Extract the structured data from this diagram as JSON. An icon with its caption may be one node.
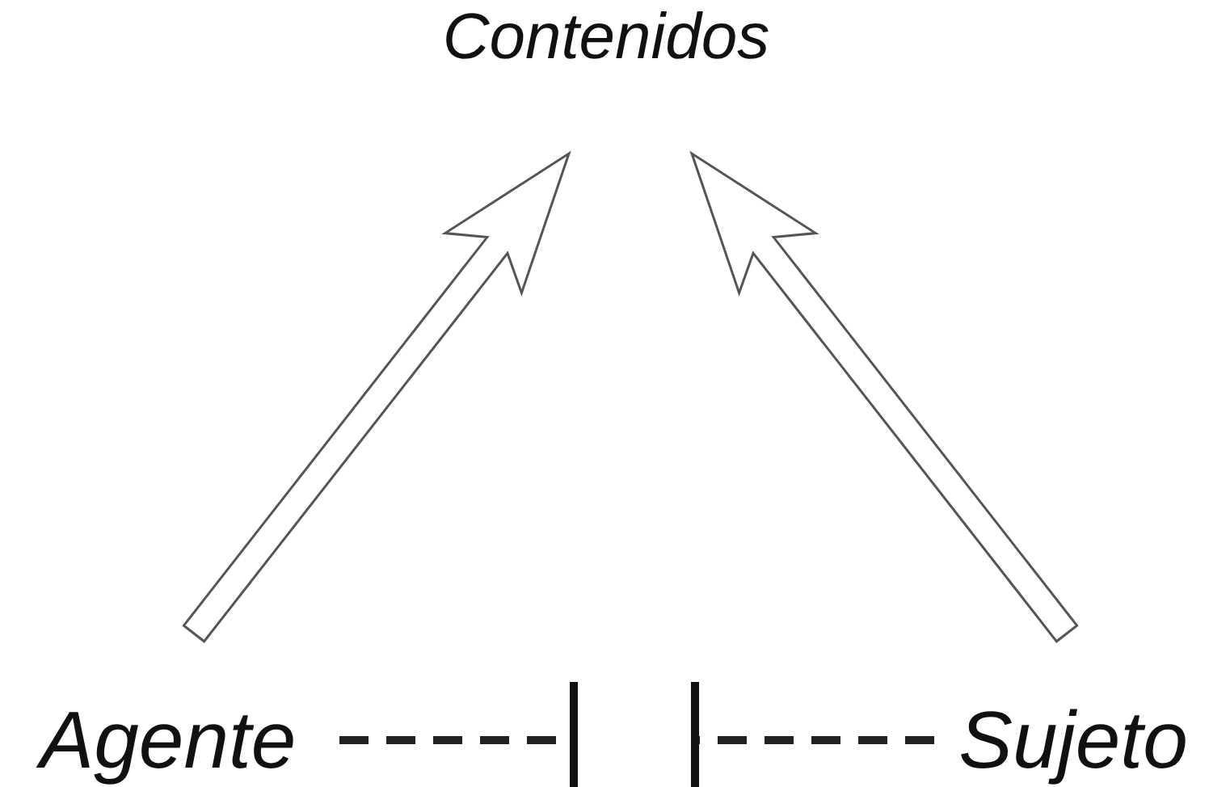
{
  "diagram": {
    "nodes": [
      {
        "text": [
          "Contenidos"
        ]
      },
      {
        "text": [
          "Agente"
        ]
      },
      {
        "text": [
          "Sujeto"
        ]
      }
    ],
    "edges": [
      {
        "from": 1,
        "to": 0,
        "arrow": "to"
      },
      {
        "from": 2,
        "to": 0,
        "arrow": "to"
      },
      {
        "from": 1,
        "to": null,
        "arrow": "other",
        "style": "dashed"
      },
      {
        "from": 2,
        "to": null,
        "arrow": "other",
        "style": "dashed"
      }
    ]
  }
}
